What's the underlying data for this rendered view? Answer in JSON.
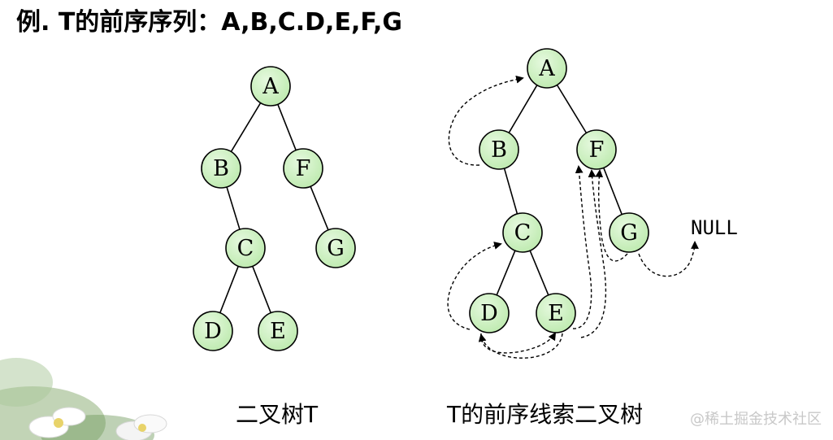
{
  "title": "例. T的前序序列：A,B,C.D,E,F,G",
  "colors": {
    "node_fill": "#cff2c4",
    "node_stroke": "#000000",
    "edge": "#000000"
  },
  "left_tree": {
    "caption": "二叉树T",
    "nodes": [
      {
        "id": "A",
        "label": "A"
      },
      {
        "id": "B",
        "label": "B"
      },
      {
        "id": "F",
        "label": "F"
      },
      {
        "id": "C",
        "label": "C"
      },
      {
        "id": "G",
        "label": "G"
      },
      {
        "id": "D",
        "label": "D"
      },
      {
        "id": "E",
        "label": "E"
      }
    ],
    "edges": [
      [
        "A",
        "B"
      ],
      [
        "A",
        "F"
      ],
      [
        "B",
        "C"
      ],
      [
        "F",
        "G"
      ],
      [
        "C",
        "D"
      ],
      [
        "C",
        "E"
      ]
    ]
  },
  "right_tree": {
    "caption": "T的前序线索二叉树",
    "nodes": [
      {
        "id": "A",
        "label": "A"
      },
      {
        "id": "B",
        "label": "B"
      },
      {
        "id": "F",
        "label": "F"
      },
      {
        "id": "C",
        "label": "C"
      },
      {
        "id": "G",
        "label": "G"
      },
      {
        "id": "D",
        "label": "D"
      },
      {
        "id": "E",
        "label": "E"
      }
    ],
    "edges": [
      [
        "A",
        "B"
      ],
      [
        "A",
        "F"
      ],
      [
        "B",
        "C"
      ],
      [
        "F",
        "G"
      ],
      [
        "C",
        "D"
      ],
      [
        "C",
        "E"
      ]
    ],
    "threads": [
      [
        "B",
        "A"
      ],
      [
        "D",
        "C"
      ],
      [
        "D",
        "E"
      ],
      [
        "E",
        "D"
      ],
      [
        "E",
        "F"
      ],
      [
        "G",
        "F"
      ],
      [
        "G",
        "NULL"
      ]
    ],
    "null_label": "NULL"
  },
  "watermark": "@稀土掘金技术社区"
}
